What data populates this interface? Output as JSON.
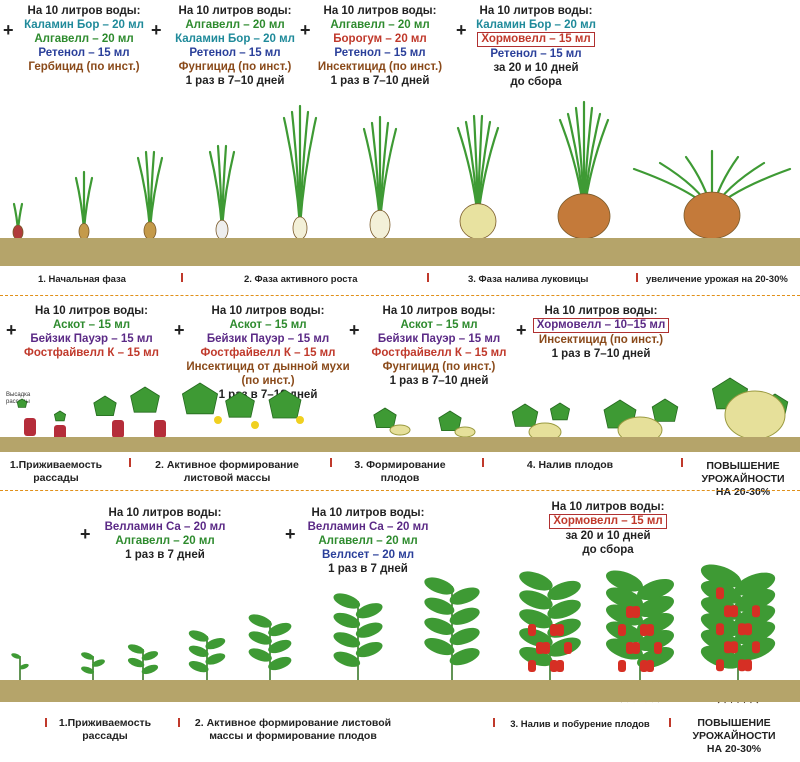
{
  "section1": {
    "blocks": [
      {
        "lines": [
          {
            "t": "На 10 литров воды:",
            "c": "dark"
          },
          {
            "t": "Каламин Бор – 20 мл",
            "c": "teal"
          },
          {
            "t": "Алгавелл – 20 мл",
            "c": "green"
          },
          {
            "t": "Ретенол – 15 мл",
            "c": "blue"
          },
          {
            "t": "Гербицид (по инст.)",
            "c": "brown"
          }
        ]
      },
      {
        "lines": [
          {
            "t": "На 10 литров воды:",
            "c": "dark"
          },
          {
            "t": "Алгавелл – 20 мл",
            "c": "green"
          },
          {
            "t": "Каламин Бор – 20 мл",
            "c": "teal"
          },
          {
            "t": "Ретенол – 15 мл",
            "c": "blue"
          },
          {
            "t": "Фунгицид (по инст.)",
            "c": "brown"
          },
          {
            "t": "1 раз в 7–10 дней",
            "c": "dark"
          }
        ]
      },
      {
        "lines": [
          {
            "t": "На 10 литров воды:",
            "c": "dark"
          },
          {
            "t": "Алгавелл – 20 мл",
            "c": "green"
          },
          {
            "t": "Борогум – 20 мл",
            "c": "red"
          },
          {
            "t": "Ретенол – 15 мл",
            "c": "blue"
          },
          {
            "t": "Инсектицид (по инст.)",
            "c": "brown"
          },
          {
            "t": "1 раз в 7–10 дней",
            "c": "dark"
          }
        ]
      },
      {
        "lines": [
          {
            "t": "На 10 литров воды:",
            "c": "dark"
          },
          {
            "t": "Каламин Бор – 20 мл",
            "c": "teal"
          },
          {
            "t": "Хормовелл – 15 мл",
            "c": "red",
            "boxed": true
          },
          {
            "t": "Ретенол – 15 мл",
            "c": "blue"
          },
          {
            "t": "за 20 и 10 дней",
            "c": "dark"
          },
          {
            "t": "до сбора",
            "c": "dark"
          }
        ]
      }
    ],
    "stages": [
      "1. Начальная фаза",
      "2. Фаза активного роста",
      "3. Фаза налива луковицы",
      "увеличение урожая на 20-30%"
    ]
  },
  "section2": {
    "blocks": [
      {
        "lines": [
          {
            "t": "На 10 литров воды:",
            "c": "dark"
          },
          {
            "t": "Аскот – 15 мл",
            "c": "green"
          },
          {
            "t": "Бейзик Пауэр – 15 мл",
            "c": "purple"
          },
          {
            "t": "Фостфайвелл К – 15 мл",
            "c": "red"
          }
        ]
      },
      {
        "lines": [
          {
            "t": "На 10 литров воды:",
            "c": "dark"
          },
          {
            "t": "Аскот – 15 мл",
            "c": "green"
          },
          {
            "t": "Бейзик Пауэр – 15 мл",
            "c": "purple"
          },
          {
            "t": "Фостфайвелл К – 15 мл",
            "c": "red"
          },
          {
            "t": "Инсектицид от дынной мухи",
            "c": "brown"
          },
          {
            "t": "(по инст.)",
            "c": "brown"
          },
          {
            "t": "1 раз в 7–10 дней",
            "c": "dark"
          }
        ]
      },
      {
        "lines": [
          {
            "t": "На 10 литров воды:",
            "c": "dark"
          },
          {
            "t": "Аскот – 15 мл",
            "c": "green"
          },
          {
            "t": "Бейзик Пауэр – 15 мл",
            "c": "purple"
          },
          {
            "t": "Фостфайвелл К – 15 мл",
            "c": "red"
          },
          {
            "t": "Фунгицид (по инст.)",
            "c": "brown"
          },
          {
            "t": "1 раз в 7–10 дней",
            "c": "dark"
          }
        ]
      },
      {
        "lines": [
          {
            "t": "На 10 литров воды:",
            "c": "dark"
          },
          {
            "t": "Хормовелл – 10–15 мл",
            "c": "purple",
            "boxed": true
          },
          {
            "t": "Инсектицид (по инст.)",
            "c": "brown"
          },
          {
            "t": "1 раз в 7–10 дней",
            "c": "dark"
          }
        ]
      }
    ],
    "seedling_label": "Высадка рассады",
    "stages": [
      "1.Приживаемость рассады",
      "2. Активное формирование листовой массы",
      "3. Формирование плодов",
      "4. Налив плодов",
      "ПОВЫШЕНИЕ УРОЖАЙНОСТИ НА 20-30%"
    ]
  },
  "section3": {
    "blocks": [
      {
        "lines": [
          {
            "t": "На 10 литров воды:",
            "c": "dark"
          },
          {
            "t": "Велламин Са – 20 мл",
            "c": "purple"
          },
          {
            "t": "Алгавелл – 20 мл",
            "c": "green"
          },
          {
            "t": "1 раз в 7 дней",
            "c": "dark"
          }
        ]
      },
      {
        "lines": [
          {
            "t": "На 10 литров воды:",
            "c": "dark"
          },
          {
            "t": "Велламин Са – 20 мл",
            "c": "purple"
          },
          {
            "t": "Алгавелл – 20 мл",
            "c": "green"
          },
          {
            "t": "Веллсет – 20 мл",
            "c": "blue"
          },
          {
            "t": "1 раз в 7 дней",
            "c": "dark"
          }
        ]
      },
      {
        "lines": [
          {
            "t": "На 10 литров воды:",
            "c": "dark"
          },
          {
            "t": "Хормовелл – 15 мл",
            "c": "red",
            "boxed": true
          },
          {
            "t": "за 20 и 10 дней",
            "c": "dark"
          },
          {
            "t": "до сбора",
            "c": "dark"
          }
        ]
      }
    ],
    "stages": [
      "1.Приживаемость рассады",
      "2. Активное формирование листовой массы и формирование плодов",
      "3. Налив и побурение плодов",
      "ПОВЫШЕНИЕ УРОЖАЙНОСТИ НА 20-30%"
    ]
  },
  "colors": {
    "ground": "#b5a46a",
    "accent": "#c0392b",
    "dash": "#e0901a",
    "leaf": "#3e9a34",
    "onion": "#c47a3a",
    "melon": "#e6e09a",
    "pepper": "#d62f24"
  }
}
